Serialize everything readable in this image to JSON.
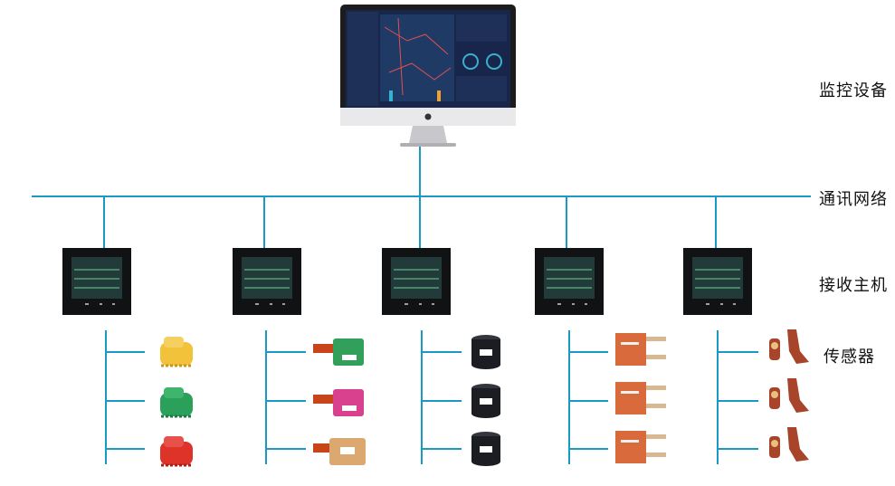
{
  "layers": {
    "monitor": "监控设备",
    "network": "通讯网络",
    "host": "接收主机",
    "sensor": "传感器"
  },
  "colors": {
    "line": "#1a98c8",
    "sensor_yellow": "#f2c23a",
    "sensor_green": "#2aa05a",
    "sensor_red": "#dd3328",
    "module_green": "#32a05a",
    "module_pink": "#d9408e",
    "module_tan": "#dba870",
    "module_tab": "#c8451a",
    "ct_black": "#1b1d22",
    "bar_orange": "#d86a3c",
    "plug_brown": "#a8442a"
  },
  "icons": [
    "desktop-monitor",
    "receiver-host",
    "wireless-temperature-sensor"
  ]
}
